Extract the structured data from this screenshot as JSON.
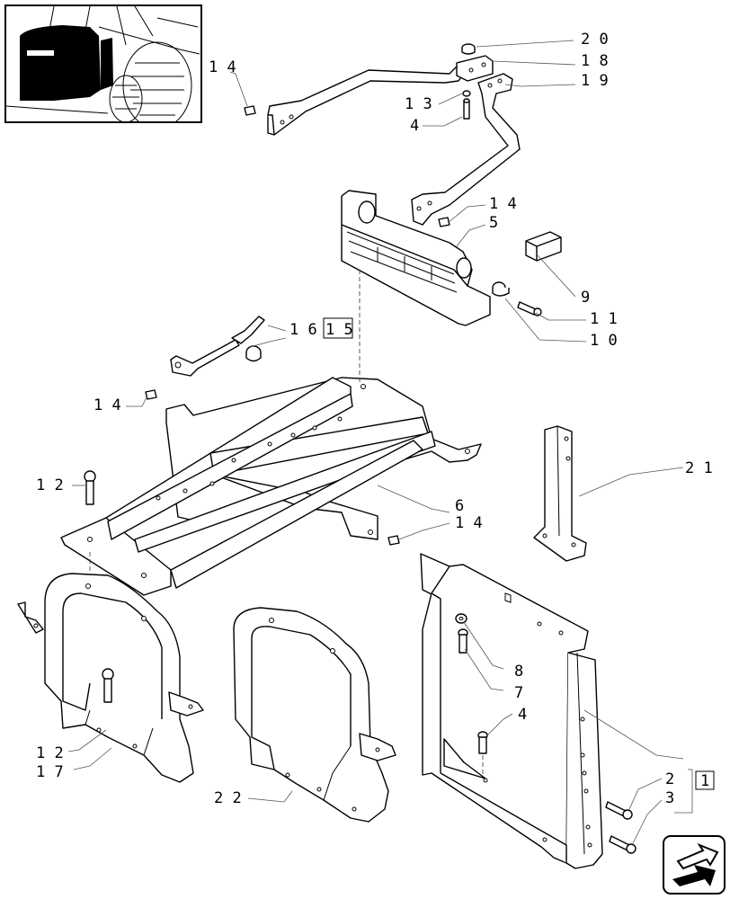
{
  "callouts": [
    {
      "id": "c20",
      "text": "2 0"
    },
    {
      "id": "c18",
      "text": "1 8"
    },
    {
      "id": "c19",
      "text": "1 9"
    },
    {
      "id": "c14a",
      "text": "1 4"
    },
    {
      "id": "c13",
      "text": "1 3"
    },
    {
      "id": "c4a",
      "text": "4"
    },
    {
      "id": "c14b",
      "text": "1 4"
    },
    {
      "id": "c5",
      "text": "5"
    },
    {
      "id": "c9",
      "text": "9"
    },
    {
      "id": "c11",
      "text": "1 1"
    },
    {
      "id": "c10",
      "text": "1 0"
    },
    {
      "id": "c16",
      "text": "1 6"
    },
    {
      "id": "c15",
      "text": "1 5"
    },
    {
      "id": "c14c",
      "text": "1 4"
    },
    {
      "id": "c12a",
      "text": "1 2"
    },
    {
      "id": "c6",
      "text": "6"
    },
    {
      "id": "c14d",
      "text": "1 4"
    },
    {
      "id": "c21",
      "text": "2 1"
    },
    {
      "id": "c8",
      "text": "8"
    },
    {
      "id": "c7",
      "text": "7"
    },
    {
      "id": "c4b",
      "text": "4"
    },
    {
      "id": "c12b",
      "text": "1 2"
    },
    {
      "id": "c17",
      "text": "1 7"
    },
    {
      "id": "c22",
      "text": "2 2"
    },
    {
      "id": "c2",
      "text": "2"
    },
    {
      "id": "c1",
      "text": "1"
    },
    {
      "id": "c3",
      "text": "3"
    }
  ],
  "icons": {
    "thumbnail": "tractor-location-thumbnail",
    "nav": "next-page-arrow-icon"
  }
}
